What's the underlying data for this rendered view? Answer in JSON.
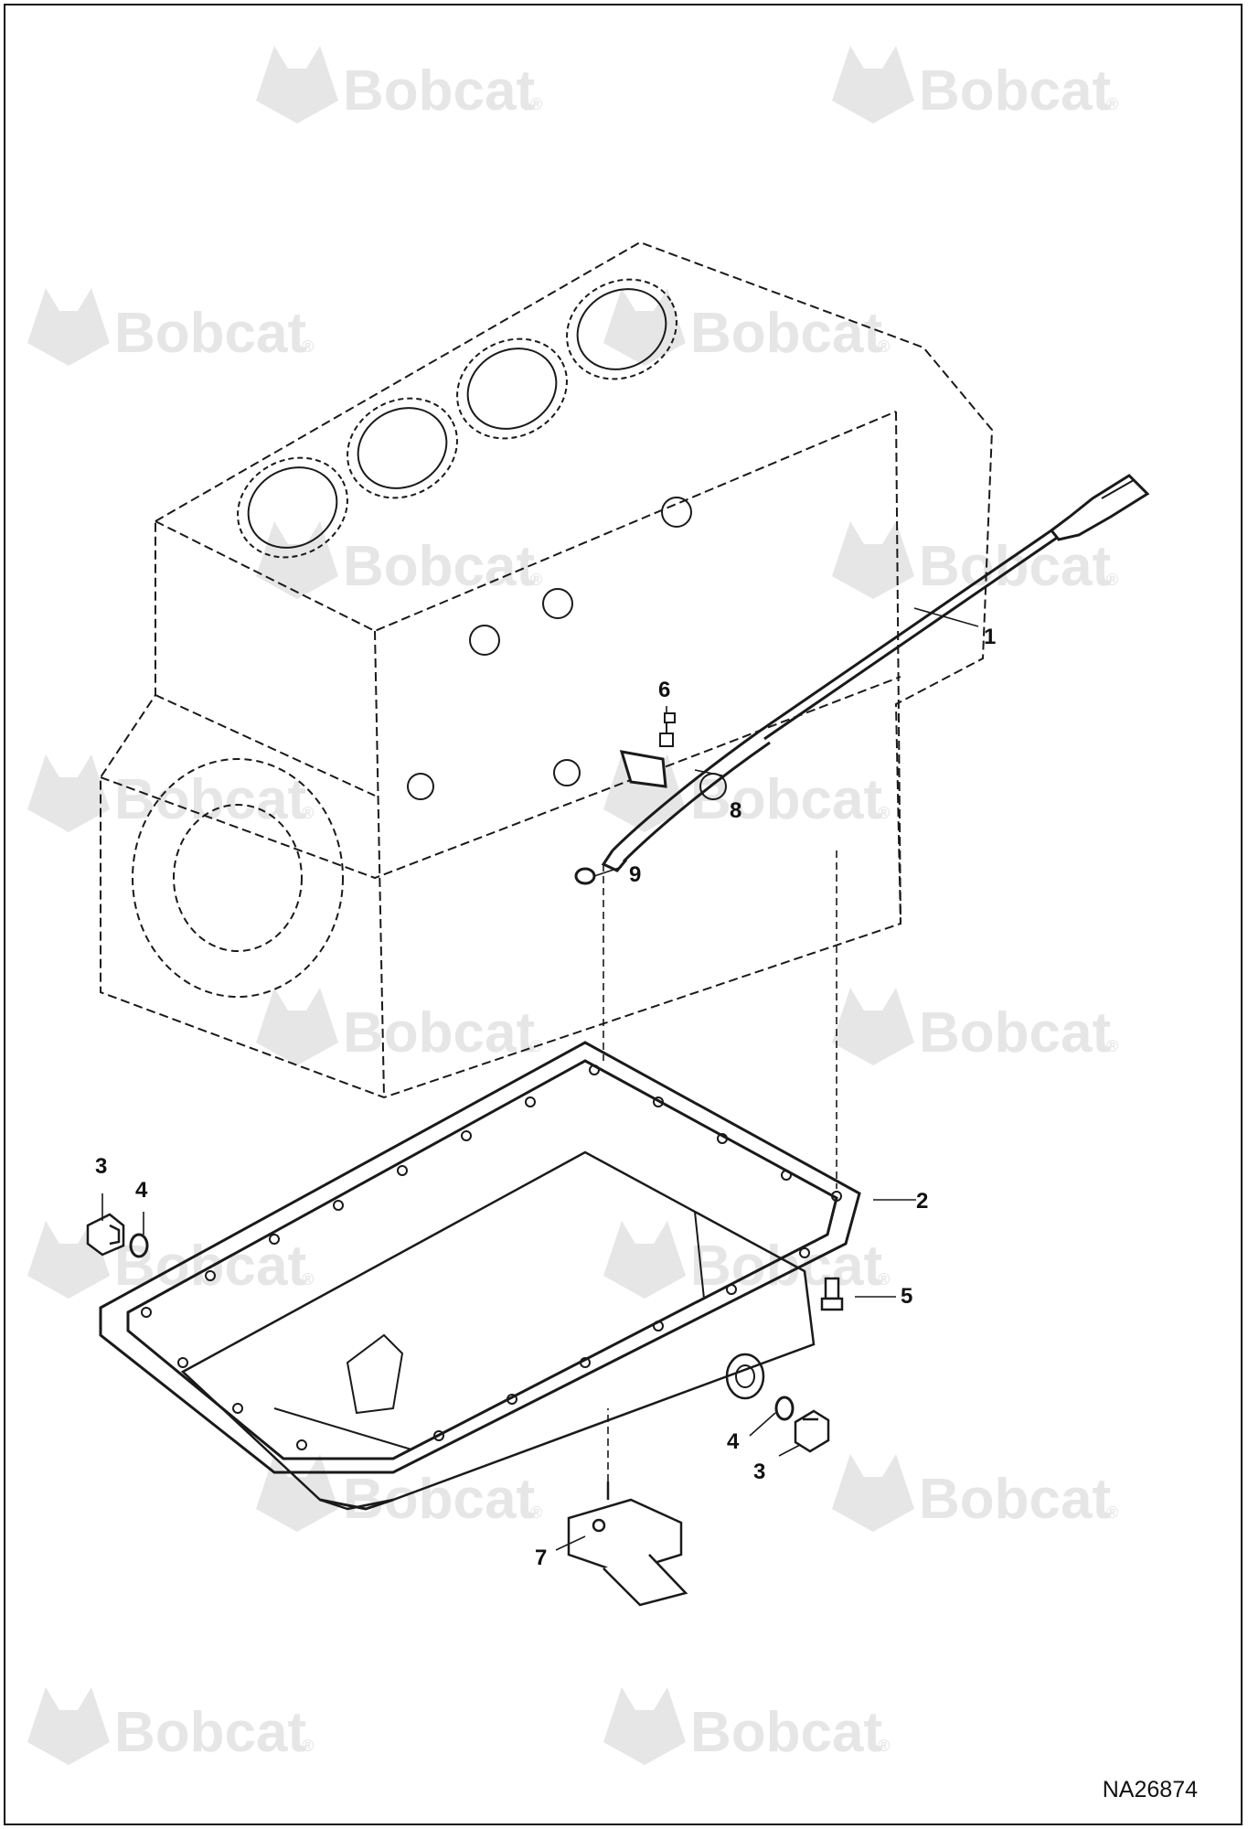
{
  "watermark": {
    "text": "Bobcat",
    "mark": "®",
    "color": "#e6e6e6"
  },
  "diagram": {
    "id": "NA26874",
    "callouts": [
      {
        "key": "c1",
        "label": "1",
        "part": "dipstick"
      },
      {
        "key": "c2",
        "label": "2",
        "part": "oil-pan"
      },
      {
        "key": "c3a",
        "label": "3",
        "part": "drain-plug"
      },
      {
        "key": "c4a",
        "label": "4",
        "part": "drain-plug-washer"
      },
      {
        "key": "c5",
        "label": "5",
        "part": "oil-pan-bolt"
      },
      {
        "key": "c6",
        "label": "6",
        "part": "guide-tube-bolt"
      },
      {
        "key": "c7",
        "label": "7",
        "part": "oil-strainer"
      },
      {
        "key": "c8",
        "label": "8",
        "part": "dipstick-guide-tube"
      },
      {
        "key": "c9",
        "label": "9",
        "part": "o-ring"
      },
      {
        "key": "c4b",
        "label": "4",
        "part": "drain-plug-washer"
      },
      {
        "key": "c3b",
        "label": "3",
        "part": "drain-plug"
      }
    ],
    "line_color": "#1a1a1a"
  }
}
